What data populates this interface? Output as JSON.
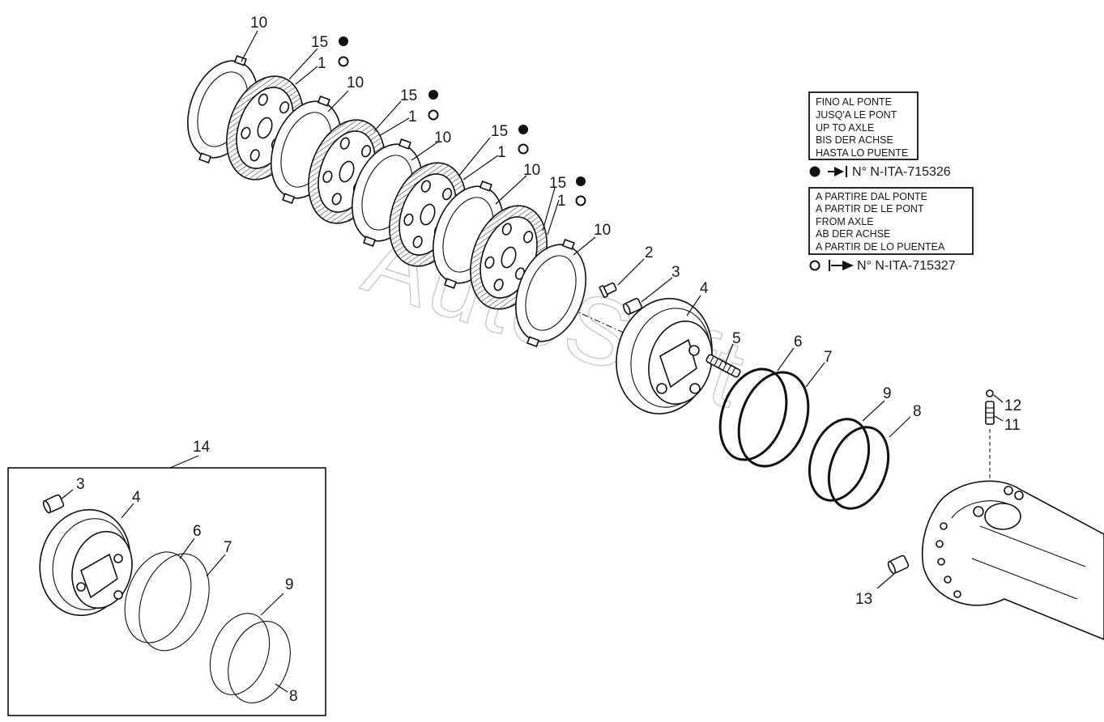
{
  "watermark": "AutoSoft",
  "legend": {
    "before": {
      "lines": [
        "FINO AL PONTE",
        "JUSQ'A LE PONT",
        "UP TO AXLE",
        "BIS DER ACHSE",
        "HASTA LO PUENTE"
      ],
      "ref": "N° N-ITA-715326"
    },
    "after": {
      "lines": [
        "A PARTIRE DAL PONTE",
        "A PARTIR DE LE PONT",
        "FROM AXLE",
        "AB DER ACHSE",
        "A PARTIR DE LO PUENTEA"
      ],
      "ref": "N° N-ITA-715327"
    }
  },
  "callouts": {
    "c10a": "10",
    "c15a": "15",
    "c1a": "1",
    "c10b": "10",
    "c15b": "15",
    "c1b": "1",
    "c10c": "10",
    "c15c": "15",
    "c1c": "1",
    "c10d": "10",
    "c15d": "15",
    "c1d": "1",
    "c10e": "10",
    "c2": "2",
    "c3": "3",
    "c4": "4",
    "c5": "5",
    "c6": "6",
    "c7": "7",
    "c9": "9",
    "c8": "8",
    "c12": "12",
    "c11": "11",
    "c13": "13",
    "c14": "14",
    "k3": "3",
    "k4": "4",
    "k6": "6",
    "k7": "7",
    "k9": "9",
    "k8": "8"
  }
}
